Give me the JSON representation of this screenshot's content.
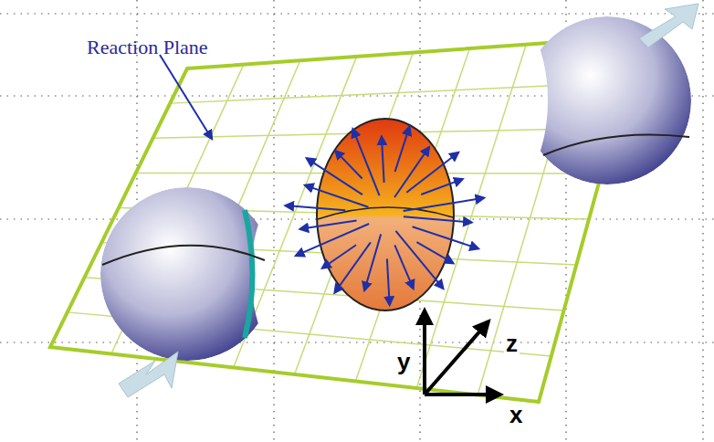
{
  "diagram": {
    "labels": [
      "Reaction Plane",
      "y",
      "z",
      "x"
    ]
  }
}
